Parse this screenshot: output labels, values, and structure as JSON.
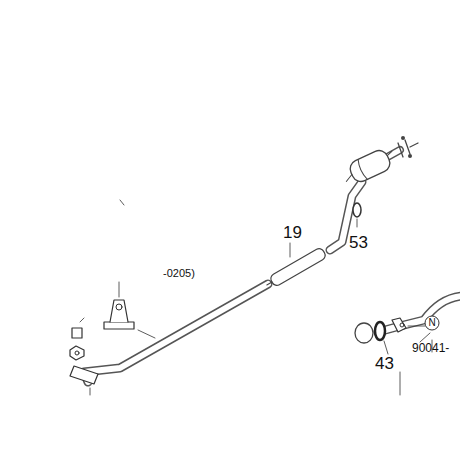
{
  "diagram": {
    "nodes": [
      {
        "text": [
          "N"
        ]
      }
    ],
    "labels": [
      "19",
      "53",
      "-0205)",
      "43",
      "90041-"
    ]
  }
}
